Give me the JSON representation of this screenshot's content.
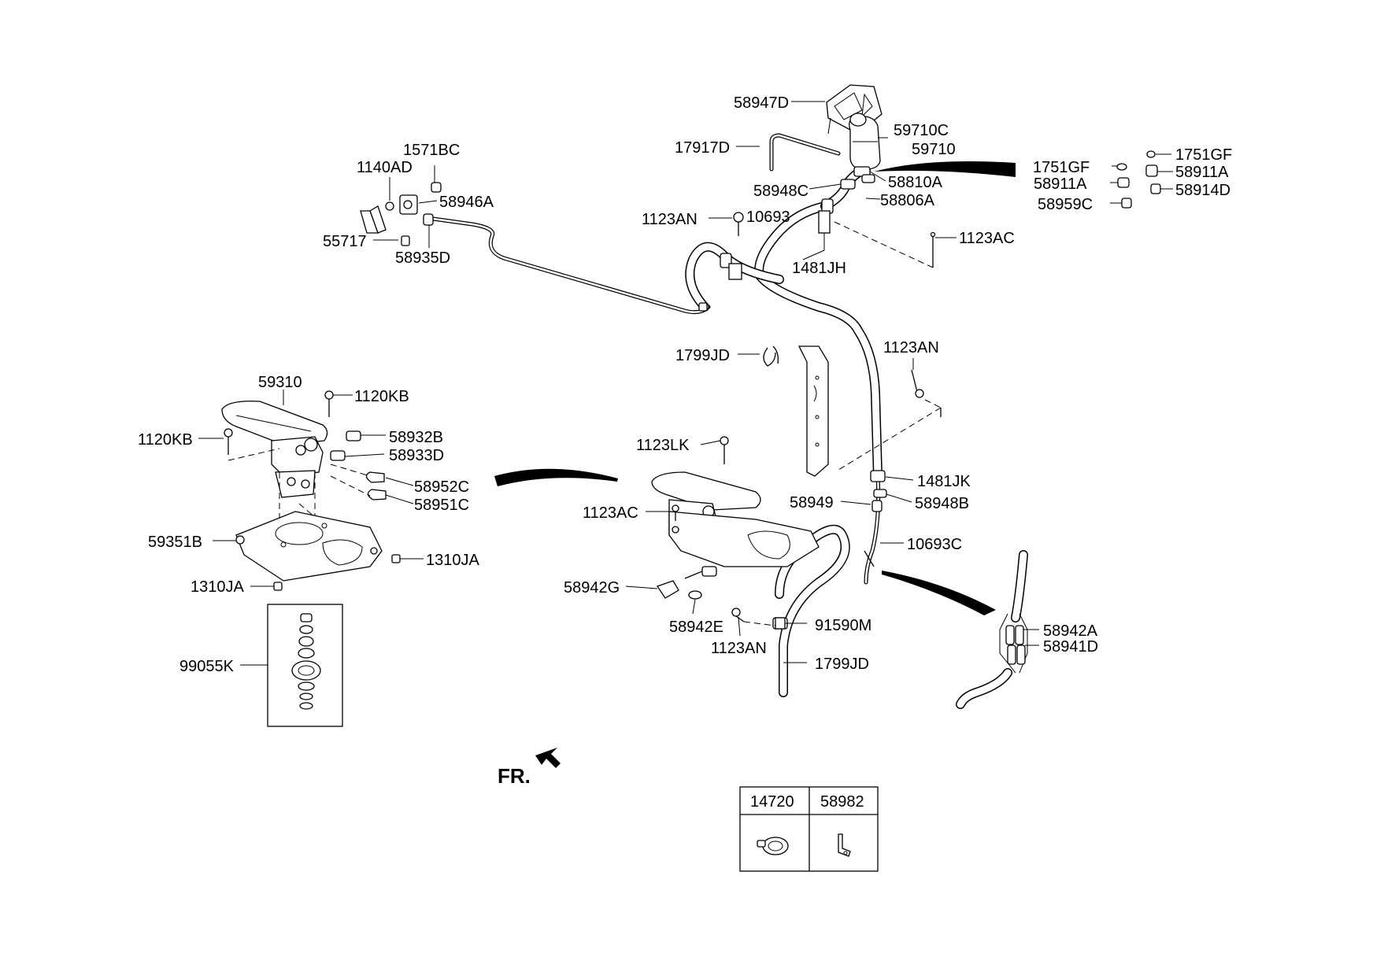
{
  "labels": {
    "l58947D": "58947D",
    "l59710C": "59710C",
    "l59710": "59710",
    "l17917D": "17917D",
    "l58948C": "58948C",
    "l58810A": "58810A",
    "l58806A": "58806A",
    "l1123AN_a": "1123AN",
    "l10693": "10693",
    "l1481JH": "1481JH",
    "l1123AC_a": "1123AC",
    "l1571BC": "1571BC",
    "l1140AD": "1140AD",
    "l58946A": "58946A",
    "l55717": "55717",
    "l58935D": "58935D",
    "l1799JD_a": "1799JD",
    "l1123AN_b": "1123AN",
    "l59310": "59310",
    "l1120KB_a": "1120KB",
    "l1120KB_b": "1120KB",
    "l58932B": "58932B",
    "l58933D": "58933D",
    "l58952C": "58952C",
    "l58951C": "58951C",
    "l59351B": "59351B",
    "l1310JA_a": "1310JA",
    "l1310JA_b": "1310JA",
    "l99055K": "99055K",
    "l1123LK": "1123LK",
    "l1123AC_b": "1123AC",
    "l58949": "58949",
    "l58948B": "58948B",
    "l1481JK": "1481JK",
    "l10693C": "10693C",
    "l58942G": "58942G",
    "l58942E": "58942E",
    "l1123AN_c": "1123AN",
    "l91590M": "91590M",
    "l1799JD_b": "1799JD",
    "l1751GF_a": "1751GF",
    "l1751GF_b": "1751GF",
    "l58911A_a": "58911A",
    "l58911A_b": "58911A",
    "l58914D": "58914D",
    "l58959C": "58959C",
    "l58942A": "58942A",
    "l58941D": "58941D",
    "fr": "FR."
  },
  "legend_table": {
    "headers": [
      "14720",
      "58982"
    ]
  }
}
